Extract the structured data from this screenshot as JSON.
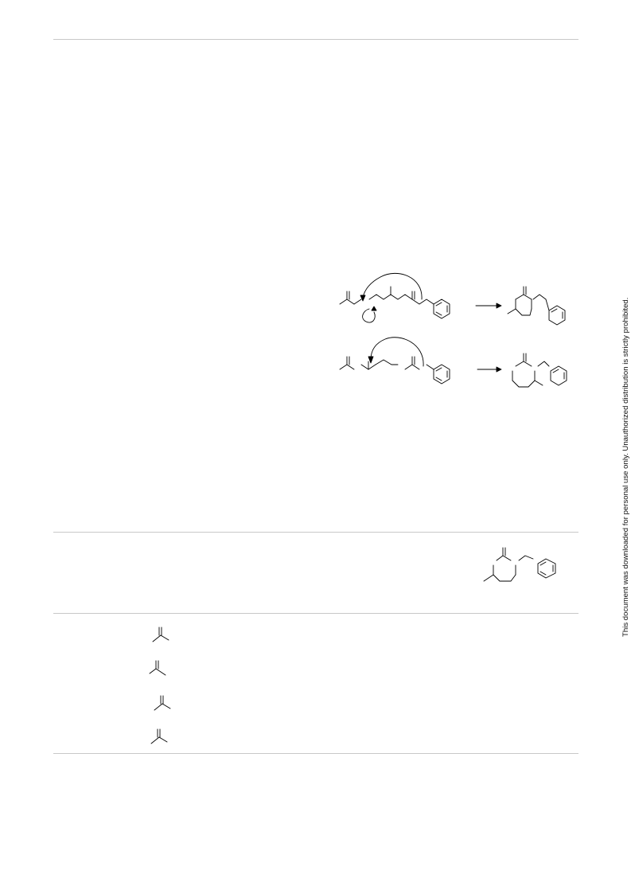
{
  "document": {
    "watermark_text": "This document was downloaded for personal use only. Unauthorized distribution is strictly prohibited."
  },
  "scheme": {
    "rows": [
      {
        "id": "pathway-upper",
        "structures": [
          "linear-precursor",
          "cyclic-product"
        ]
      },
      {
        "id": "pathway-lower",
        "structures": [
          "linear-precursor",
          "cyclic-product"
        ]
      }
    ],
    "arrow_icons": [
      "curved-arrow-icon",
      "reaction-arrow-icon"
    ]
  },
  "table": {
    "header_structure": "n-benzyl-lactam",
    "row_count": 4
  }
}
